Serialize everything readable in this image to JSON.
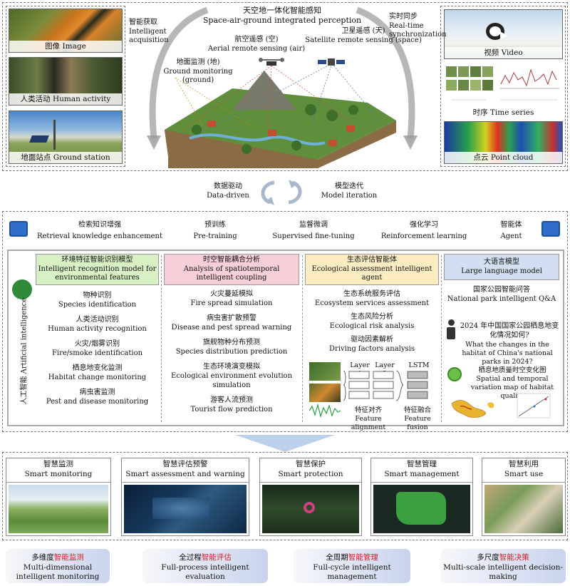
{
  "top": {
    "sky_title": "天空地一体化智能感知",
    "sky_title_en": "Space-air-ground integrated perception",
    "aerial": "航空遥感 (空)",
    "aerial_en": "Aerial remote sensing (air)",
    "satellite": "卫星遥感 (天)",
    "satellite_en": "Satellite remote sensing (space)",
    "ground": "地面监测 (地)",
    "ground_en": "Ground monitoring (ground)",
    "acq": "智能获取",
    "acq_en1": "Intelligent",
    "acq_en2": "acquisition",
    "sync": "实时同步",
    "sync_en1": "Real-time",
    "sync_en2": "synchronization",
    "left_images": [
      {
        "label": "图像 Image"
      },
      {
        "label": "人类活动 Human activity"
      },
      {
        "label": "地面站点 Ground station"
      }
    ],
    "right_images": [
      {
        "label": "视频 Video"
      },
      {
        "label": "时序 Time series"
      },
      {
        "label": "点云 Point cloud"
      }
    ]
  },
  "middle": {
    "data_driven": "数据驱动",
    "data_driven_en": "Data-driven",
    "model_iter": "模型迭代",
    "model_iter_en": "Model iteration"
  },
  "ai_row": [
    {
      "zh": "检索知识增强",
      "en": "Retrieval knowledge enhancement"
    },
    {
      "zh": "预训练",
      "en": "Pre-training"
    },
    {
      "zh": "监督微调",
      "en": "Supervised fine-tuning"
    },
    {
      "zh": "强化学习",
      "en": "Reinforcement learning"
    },
    {
      "zh": "智能体",
      "en": "Agent"
    }
  ],
  "ai_side": "人工智能 Artificial intelligence",
  "panels": [
    {
      "title_zh": "环境特征智能识别模型",
      "title_en": "Intelligent recognition model for environmental features",
      "color": "#d7f0c4",
      "items": [
        {
          "zh": "物种识别",
          "en": "Species identification"
        },
        {
          "zh": "人类活动识别",
          "en": "Human activity recognition"
        },
        {
          "zh": "火灾/烟雾识别",
          "en": "Fire/smoke identification"
        },
        {
          "zh": "栖息地变化监测",
          "en": "Habitat change monitoring"
        },
        {
          "zh": "病虫害监测",
          "en": "Pest and disease monitoring"
        }
      ]
    },
    {
      "title_zh": "时空智能耦合分析",
      "title_en": "Analysis of spatiotemporal intelligent coupling",
      "color": "#f6cfd9",
      "items": [
        {
          "zh": "火灾蔓延模拟",
          "en": "Fire spread simulation"
        },
        {
          "zh": "病虫害扩散预警",
          "en": "Disease and pest spread warning"
        },
        {
          "zh": "旗舰物种分布预测",
          "en": "Species distribution prediction"
        },
        {
          "zh": "生态环境演变模拟",
          "en": "Ecological environment evolution simulation"
        },
        {
          "zh": "游客人流预测",
          "en": "Tourist flow prediction"
        }
      ]
    },
    {
      "title_zh": "生态评估智能体",
      "title_en": "Ecological assessment intelligent agent",
      "color": "#fbecc2",
      "items": [
        {
          "zh": "生态系统服务评估",
          "en": "Ecosystem services assessment"
        },
        {
          "zh": "生态风险分析",
          "en": "Ecological risk analysis"
        },
        {
          "zh": "驱动因素解析",
          "en": "Driving factors analysis"
        }
      ],
      "layer1": "Layer 1",
      "layer2": "Layer 2",
      "lstm": "LSTM",
      "align_zh": "特征对齐",
      "align_en": "Feature alignment",
      "fusion_zh": "特征融合",
      "fusion_en": "Feature fusion"
    },
    {
      "title_zh": "大语言模型",
      "title_en": "Large language model",
      "color": "#d2dff0",
      "qa_zh": "国家公园智能问答",
      "qa_en": "National park intelligent Q&A",
      "question_zh": "2024 年中国国家公园栖息地变化情况如何?",
      "question_en": "What the changes in the habitat of China's national parks in 2024?",
      "map_zh": "栖息地质量时空变化图",
      "map_en": "Spatial and temporal variation map of habitat quality"
    }
  ],
  "apps": [
    {
      "zh": "智慧监测",
      "en": "Smart monitoring"
    },
    {
      "zh": "智慧评估预警",
      "en": "Smart assessment and warning"
    },
    {
      "zh": "智慧保护",
      "en": "Smart protection"
    },
    {
      "zh": "智慧管理",
      "en": "Smart management"
    },
    {
      "zh": "智慧利用",
      "en": "Smart use"
    }
  ],
  "outcomes": [
    {
      "pre": "多维度",
      "hl": "智能监测",
      "en": "Multi-dimensional intelligent monitoring"
    },
    {
      "pre": "全过程",
      "hl": "智能评估",
      "en": "Full-process intelligent evaluation"
    },
    {
      "pre": "全周期",
      "hl": "智能管理",
      "en": "Full-cycle intelligent management"
    },
    {
      "pre": "多尺度",
      "hl": "智能决策",
      "en": "Multi-scale intelligent decision-making"
    }
  ]
}
